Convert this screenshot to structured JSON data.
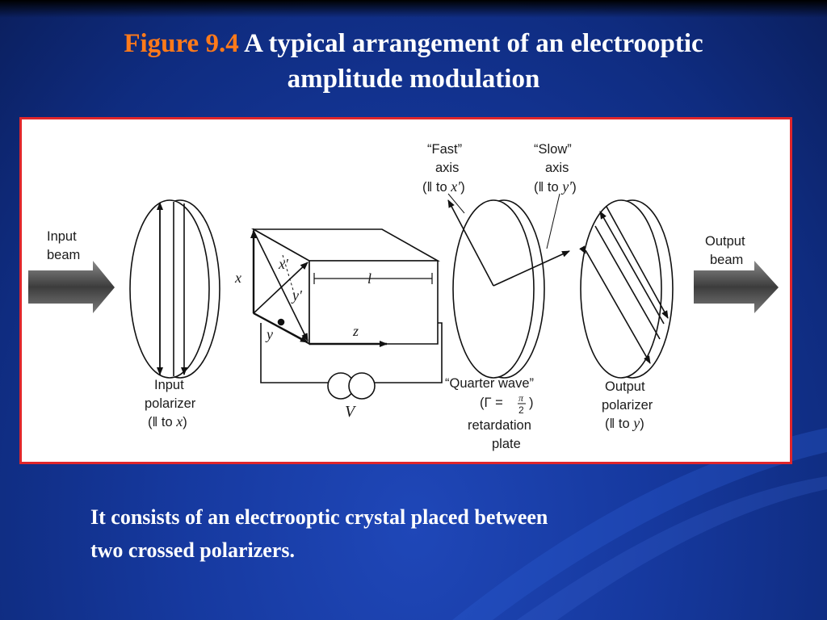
{
  "slide": {
    "figure_number": "Figure 9.4",
    "title_rest": "A typical arrangement of an electrooptic",
    "title_line2": "amplitude modulation",
    "caption_line1": "It consists of an electrooptic crystal placed between",
    "caption_line2": "two crossed polarizers."
  },
  "colors": {
    "accent_orange": "#ff7a1a",
    "frame_red": "#e0262b",
    "background_blue": "#16399f"
  },
  "diagram": {
    "input_beam": [
      "Input",
      "beam"
    ],
    "output_beam": [
      "Output",
      "beam"
    ],
    "input_polarizer": [
      "Input",
      "polarizer",
      "(‖ to ",
      "x",
      ")"
    ],
    "output_polarizer": [
      "Output",
      "polarizer",
      "(‖ to ",
      "y",
      ")"
    ],
    "fast_axis": [
      "“Fast”",
      "axis",
      "(‖ to ",
      "x′",
      ")"
    ],
    "slow_axis": [
      "“Slow”",
      "axis",
      "(‖ to ",
      "y′",
      ")"
    ],
    "quarter_wave": [
      "“Quarter  wave”",
      "(Γ = ",
      "π",
      "2",
      ")",
      "retardation",
      "plate"
    ],
    "crystal_axes": {
      "x": "x",
      "y": "y",
      "z": "z",
      "x_prime": "x′",
      "y_prime": "y′",
      "length": "l"
    },
    "voltage": "V"
  }
}
